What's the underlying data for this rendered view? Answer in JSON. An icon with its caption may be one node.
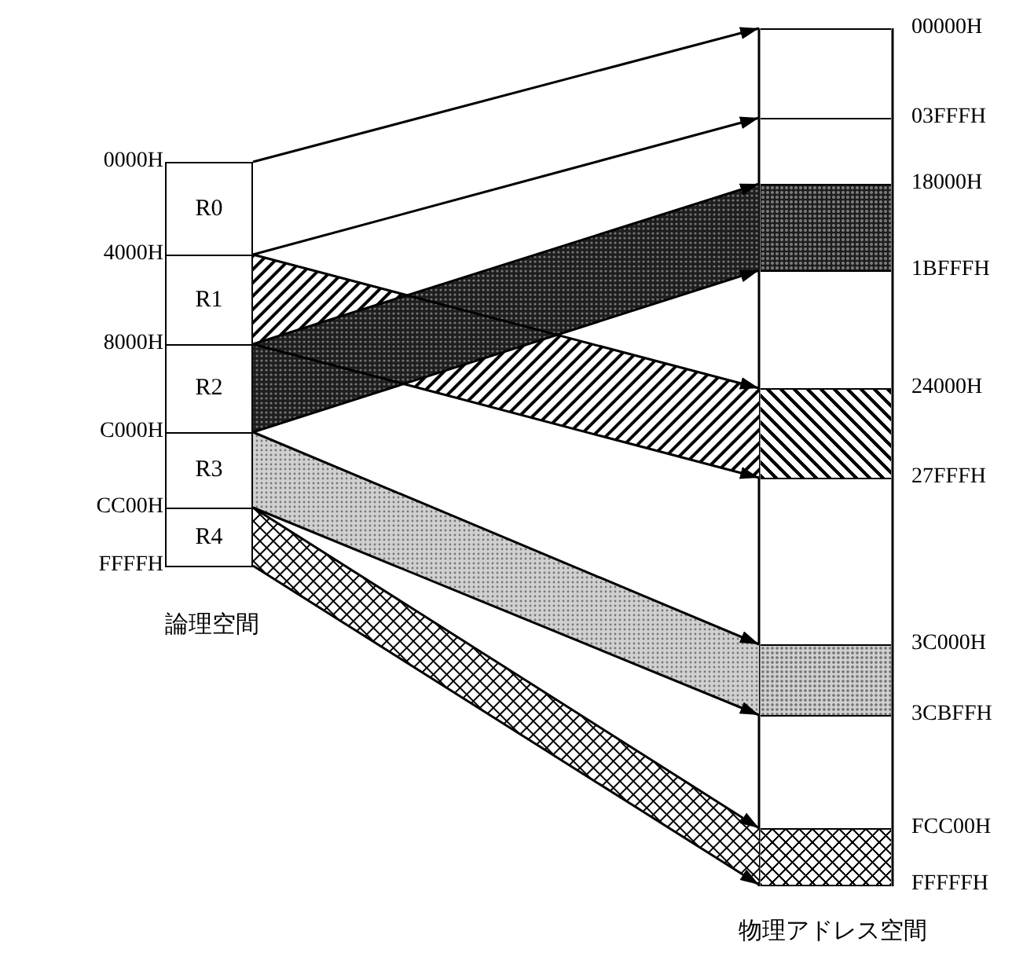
{
  "diagram": {
    "nodes": [
      {
        "text": [
          "論理空間"
        ]
      },
      {
        "text": [
          "R0"
        ],
        "in": 0,
        "beside": [
          "0000H"
        ]
      },
      {
        "text": [
          "R1"
        ],
        "in": 0,
        "beside": [
          "4000H"
        ]
      },
      {
        "text": [
          "R2"
        ],
        "in": 0,
        "beside": [
          "8000H"
        ]
      },
      {
        "text": [
          "R3"
        ],
        "in": 0,
        "beside": [
          "C000H"
        ]
      },
      {
        "text": [
          "R4"
        ],
        "in": 0,
        "beside": [
          "CC00H",
          "FFFFH"
        ]
      },
      {
        "text": [
          "物理アドレス空間"
        ]
      },
      {
        "text": [],
        "shape": "box",
        "in": 6,
        "beside": [
          "00000H",
          "03FFFH"
        ]
      },
      {
        "text": [],
        "shape": "box",
        "in": 6,
        "beside": [
          "18000H",
          "1BFFFH"
        ]
      },
      {
        "text": [],
        "shape": "box",
        "in": 6,
        "beside": [
          "24000H",
          "27FFFH"
        ]
      },
      {
        "text": [],
        "shape": "box",
        "in": 6,
        "beside": [
          "3C000H",
          "3CBFFH"
        ]
      },
      {
        "text": [],
        "shape": "box",
        "in": 6,
        "beside": [
          "FCC00H",
          "FFFFFH"
        ]
      }
    ],
    "edges": [
      {
        "from": 1,
        "to": 7,
        "arrow": "to"
      },
      {
        "from": 1,
        "to": 7,
        "arrow": "to"
      },
      {
        "from": 2,
        "to": 9,
        "arrow": "to"
      },
      {
        "from": 2,
        "to": 9,
        "arrow": "to"
      },
      {
        "from": 3,
        "to": 8,
        "arrow": "to"
      },
      {
        "from": 3,
        "to": 8,
        "arrow": "to"
      },
      {
        "from": 4,
        "to": 10,
        "arrow": "to"
      },
      {
        "from": 4,
        "to": 10,
        "arrow": "to"
      },
      {
        "from": 5,
        "to": 11,
        "arrow": "to"
      },
      {
        "from": 5,
        "to": 11,
        "arrow": "to"
      }
    ]
  }
}
